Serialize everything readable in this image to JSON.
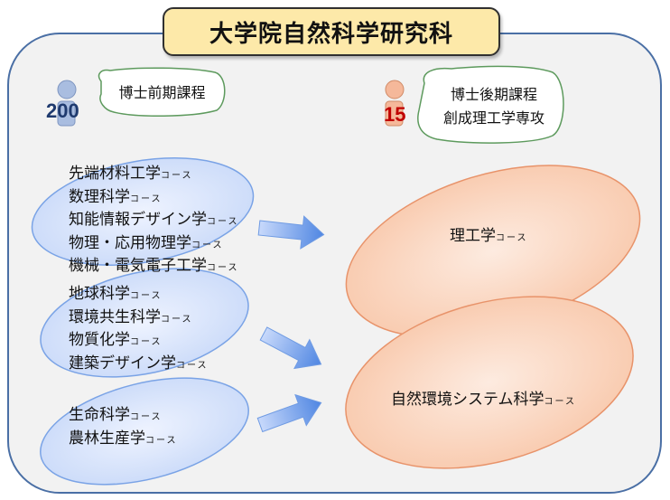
{
  "title": "大学院自然科学研究科",
  "master": {
    "count": "200",
    "label": "博士前期課程",
    "groups": [
      {
        "courses": [
          {
            "name": "先端材料工学",
            "suffix": "コース"
          },
          {
            "name": "数理科学",
            "suffix": "コース"
          },
          {
            "name": "知能情報デザイン学",
            "suffix": "コース"
          },
          {
            "name": "物理・応用物理学",
            "suffix": "コース"
          },
          {
            "name": "機械・電気電子工学",
            "suffix": "コース"
          }
        ]
      },
      {
        "courses": [
          {
            "name": "地球科学",
            "suffix": "コース"
          },
          {
            "name": "環境共生科学",
            "suffix": "コース"
          },
          {
            "name": "物質化学",
            "suffix": "コース"
          },
          {
            "name": "建築デザイン学",
            "suffix": "コース"
          }
        ]
      },
      {
        "courses": [
          {
            "name": "生命科学",
            "suffix": "コース"
          },
          {
            "name": "農林生産学",
            "suffix": "コース"
          }
        ]
      }
    ]
  },
  "doctor": {
    "count": "15",
    "label_line1": "博士後期課程",
    "label_line2": "創成理工学専攻",
    "courses": [
      {
        "name": "理工学",
        "suffix": "コース"
      },
      {
        "name": "自然環境システム科学",
        "suffix": "コース"
      }
    ]
  },
  "colors": {
    "frame_border": "#4a6fa5",
    "title_fill": "#fde9a9",
    "blue_fill": "#dae5fb",
    "orange_fill": "#fad3bd",
    "arrow": "#5b8ee0",
    "master_count": "#1f3a6e",
    "doctor_count": "#c00000"
  },
  "icons": [
    "person-icon-blue",
    "person-icon-orange",
    "arrow-right-icon"
  ]
}
